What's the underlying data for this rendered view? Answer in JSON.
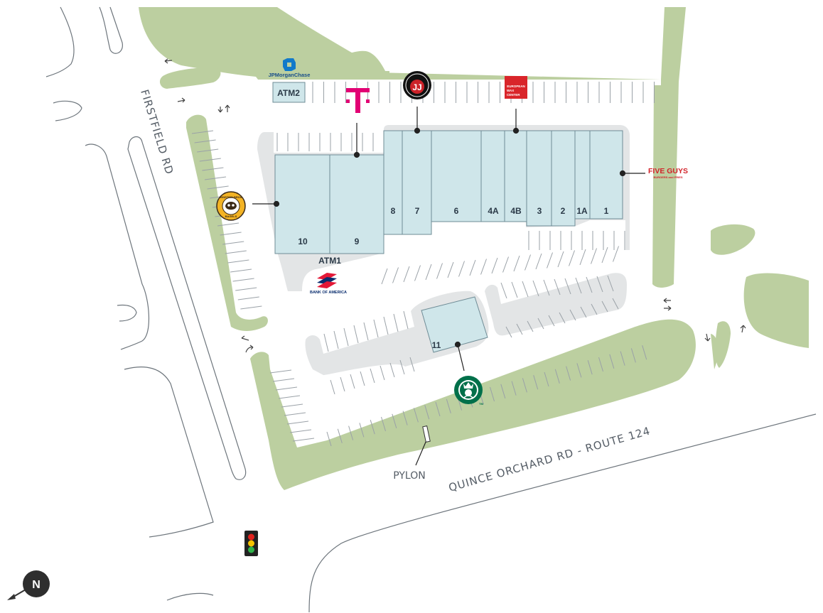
{
  "roads": {
    "firstfield": "FIRSTFIELD RD",
    "quince": "QUINCE ORCHARD RD - ROUTE 124"
  },
  "labels": {
    "pylon": "PYLON",
    "atm1": "ATM1",
    "atm2": "ATM2",
    "north": "N"
  },
  "units": {
    "u10": "10",
    "u9": "9",
    "u8": "8",
    "u7": "7",
    "u6": "6",
    "u4a": "4A",
    "u4b": "4B",
    "u3": "3",
    "u2": "2",
    "u1a": "1A",
    "u1": "1",
    "u11": "11"
  },
  "tenants": {
    "chase": "JPMorganChase",
    "bofa": "BANK OF AMERICA",
    "fiveguys": "FIVE GUYS",
    "fiveguys_sub": "BURGERS and FRIES",
    "ewc_line1": "EUROPEAN",
    "ewc_line2": "WAX",
    "ewc_line3": "CENTER",
    "einstein_top": "EINSTEIN BROS",
    "einstein_bottom": "BAGELS",
    "jj": "JJ",
    "starbucks_tm": "TM"
  },
  "icons": {
    "traffic_light": "traffic-light-icon",
    "north_arrow": "north-arrow-icon",
    "tmobile": "tmobile-logo",
    "chase": "chase-logo-icon",
    "bofa": "bofa-flag-icon",
    "starbucks": "starbucks-logo",
    "einstein": "einstein-bros-logo",
    "jimmy_johns": "jimmy-johns-logo"
  },
  "colors": {
    "green": "#bccfa0",
    "pavement": "#e3e5e6",
    "building": "#cfe6ea",
    "building_border": "#6f8c96",
    "line": "#5d6670",
    "tmobile": "#e20074",
    "fiveguys": "#d2232a",
    "ewc": "#d9252a",
    "chase": "#117aca",
    "bofa": "#e31837",
    "starbucks": "#00704a",
    "einstein": "#f3b324"
  }
}
